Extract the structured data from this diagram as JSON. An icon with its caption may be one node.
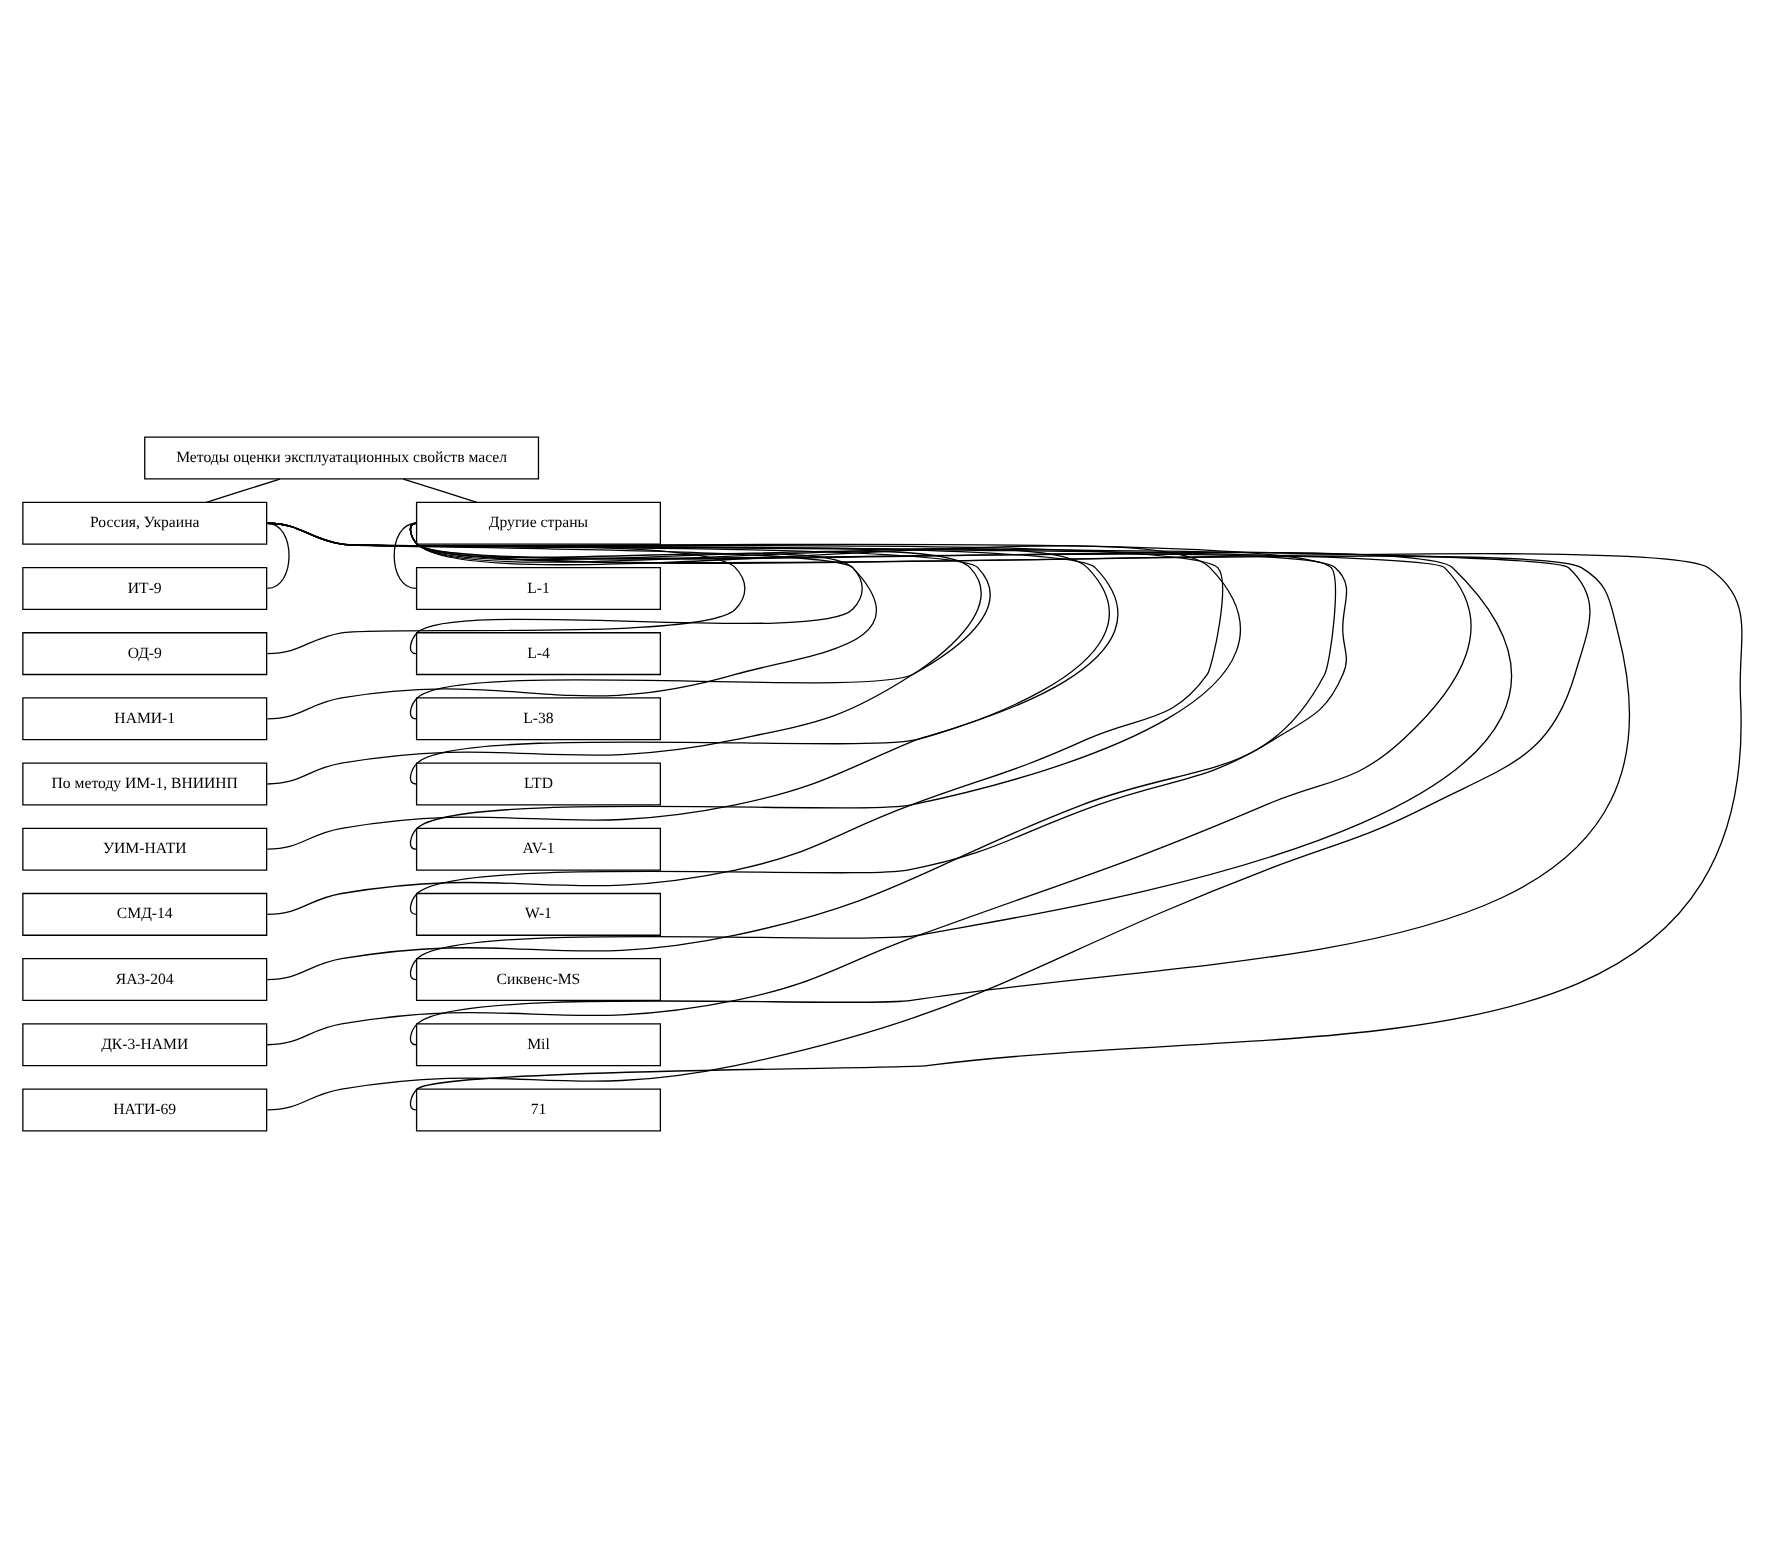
{
  "diagram": {
    "nodes": [
      {
        "text": [
          "Методы оценки эксплуатационных свойств масел"
        ]
      },
      {
        "text": [
          "Россия, Украина"
        ]
      },
      {
        "text": [
          "ИТ-9"
        ]
      },
      {
        "text": [
          "ОД-9"
        ]
      },
      {
        "text": [
          "НАМИ-1"
        ]
      },
      {
        "text": [
          "По методу ИМ-1, ВНИИНП"
        ]
      },
      {
        "text": [
          "УИМ-НАТИ"
        ]
      },
      {
        "text": [
          "СМД-14"
        ]
      },
      {
        "text": [
          "ЯАЗ-204"
        ]
      },
      {
        "text": [
          "ДК-3-НАМИ"
        ]
      },
      {
        "text": [
          "НАТИ-69"
        ]
      },
      {
        "text": [
          "Другие страны"
        ]
      },
      {
        "text": [
          "L-1"
        ]
      },
      {
        "text": [
          "L-4"
        ]
      },
      {
        "text": [
          "L-38"
        ]
      },
      {
        "text": [
          "LTD"
        ]
      },
      {
        "text": [
          "AV-1"
        ]
      },
      {
        "text": [
          "W-1"
        ]
      },
      {
        "text": [
          "Сиквенс-MS"
        ]
      },
      {
        "text": [
          "Mil"
        ]
      },
      {
        "text": [
          "71"
        ]
      }
    ],
    "edges": [
      {
        "from": 0,
        "to": 1,
        "arrow": "none"
      },
      {
        "from": 0,
        "to": 11,
        "arrow": "none"
      },
      {
        "from": 1,
        "to": 2,
        "arrow": "none"
      },
      {
        "from": 1,
        "to": 3,
        "arrow": "none"
      },
      {
        "from": 1,
        "to": 4,
        "arrow": "none"
      },
      {
        "from": 1,
        "to": 5,
        "arrow": "none"
      },
      {
        "from": 1,
        "to": 6,
        "arrow": "none"
      },
      {
        "from": 1,
        "to": 7,
        "arrow": "none"
      },
      {
        "from": 1,
        "to": 8,
        "arrow": "none"
      },
      {
        "from": 1,
        "to": 9,
        "arrow": "none"
      },
      {
        "from": 1,
        "to": 10,
        "arrow": "none"
      },
      {
        "from": 11,
        "to": 12,
        "arrow": "none"
      },
      {
        "from": 11,
        "to": 13,
        "arrow": "none"
      },
      {
        "from": 11,
        "to": 14,
        "arrow": "none"
      },
      {
        "from": 11,
        "to": 15,
        "arrow": "none"
      },
      {
        "from": 11,
        "to": 16,
        "arrow": "none"
      },
      {
        "from": 11,
        "to": 17,
        "arrow": "none"
      },
      {
        "from": 11,
        "to": 18,
        "arrow": "none"
      },
      {
        "from": 11,
        "to": 19,
        "arrow": "none"
      },
      {
        "from": 11,
        "to": 20,
        "arrow": "none"
      }
    ]
  }
}
